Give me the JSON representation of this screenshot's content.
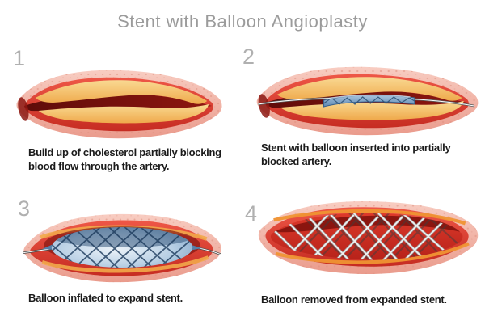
{
  "title": "Stent with Balloon Angioplasty",
  "panels": [
    {
      "number": "1",
      "caption": "Build up of cholesterol partially blocking blood flow through the artery."
    },
    {
      "number": "2",
      "caption": "Stent with balloon inserted into partially blocked artery."
    },
    {
      "number": "3",
      "caption": "Balloon inflated to expand stent."
    },
    {
      "number": "4",
      "caption": "Balloon removed from expanded stent."
    }
  ],
  "colors": {
    "artery_outer_pink": "#f0b3a6",
    "artery_red": "#d93a2c",
    "plaque_yellow": "#f3b45c",
    "lumen_dark_maroon": "#7a120d",
    "stent_blue": "#6e9ec9",
    "stent_wire_silver": "#e9e9e9",
    "title_gray": "#9b9b9b",
    "caption_dark": "#1b1b1b",
    "number_gray": "#b0b0b0"
  }
}
